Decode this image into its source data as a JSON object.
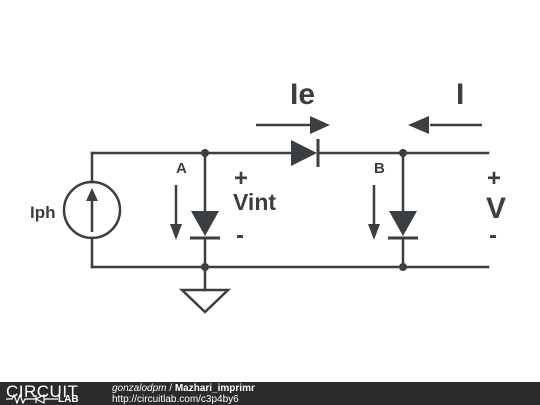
{
  "diagram": {
    "labels": {
      "Iph": "Iph",
      "A": "A",
      "B": "B",
      "Vint": "Vint",
      "plus_int": "+",
      "minus_int": "-",
      "V": "V",
      "plus_out": "+",
      "minus_out": "-",
      "Ie": "Ie",
      "I": "I"
    },
    "colors": {
      "wire": "#3c3f41",
      "footer": "#2b2b2b",
      "footer_text": "#ffffff"
    }
  },
  "footer": {
    "logo_circuit": "CIRCUIT",
    "logo_lab": "LAB",
    "author": "gonzalodpm",
    "separator": " / ",
    "title": "Mazhari_imprimr",
    "url": "http://circuitlab.com/c3p4by6"
  }
}
